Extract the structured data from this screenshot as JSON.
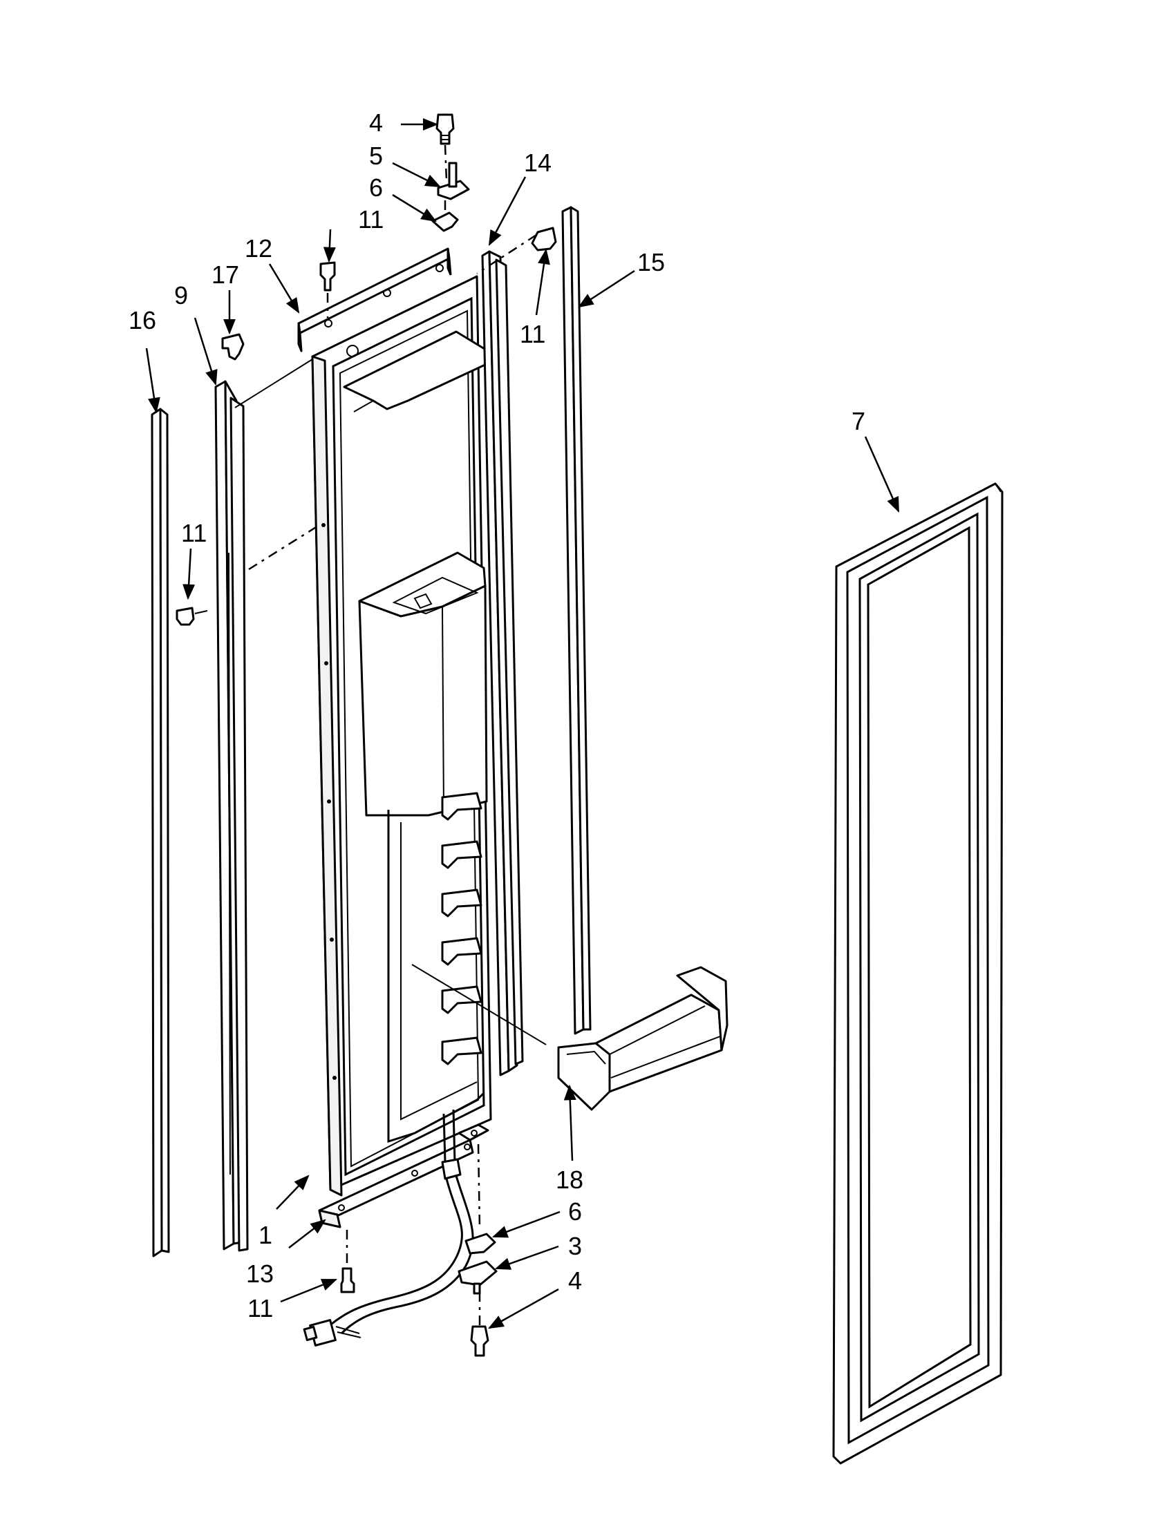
{
  "callouts": {
    "c1": "1",
    "c3": "3",
    "c4_top": "4",
    "c4_bottom": "4",
    "c5": "5",
    "c6_top": "6",
    "c6_bottom": "6",
    "c7": "7",
    "c9": "9",
    "c11_top_center": "11",
    "c11_top_right": "11",
    "c11_left": "11",
    "c11_bottom": "11",
    "c12": "12",
    "c13": "13",
    "c14": "14",
    "c15": "15",
    "c16": "16",
    "c17": "17",
    "c18": "18"
  }
}
